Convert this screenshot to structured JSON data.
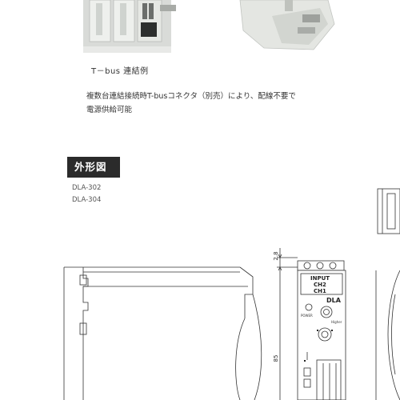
{
  "top": {
    "caption": "T－bus 連結例",
    "description_line1": "複数台連結接続時T-busコネクタ（別売）により、配線不要で",
    "description_line2": "電源供給可能"
  },
  "section": {
    "title": "外形図",
    "models": [
      "DLA-302",
      "DLA-304"
    ]
  },
  "drawing": {
    "dim_top": "2.8",
    "dim_height": "85",
    "front_labels": {
      "input": "INPUT",
      "ch2": "CH2",
      "ch1": "CH1",
      "brand": "DLA",
      "power": "POWER",
      "higher": "Higher"
    }
  },
  "colors": {
    "badge_bg": "#2b2b2b",
    "line": "#333333",
    "photo_gray": "#d9dbd8"
  }
}
